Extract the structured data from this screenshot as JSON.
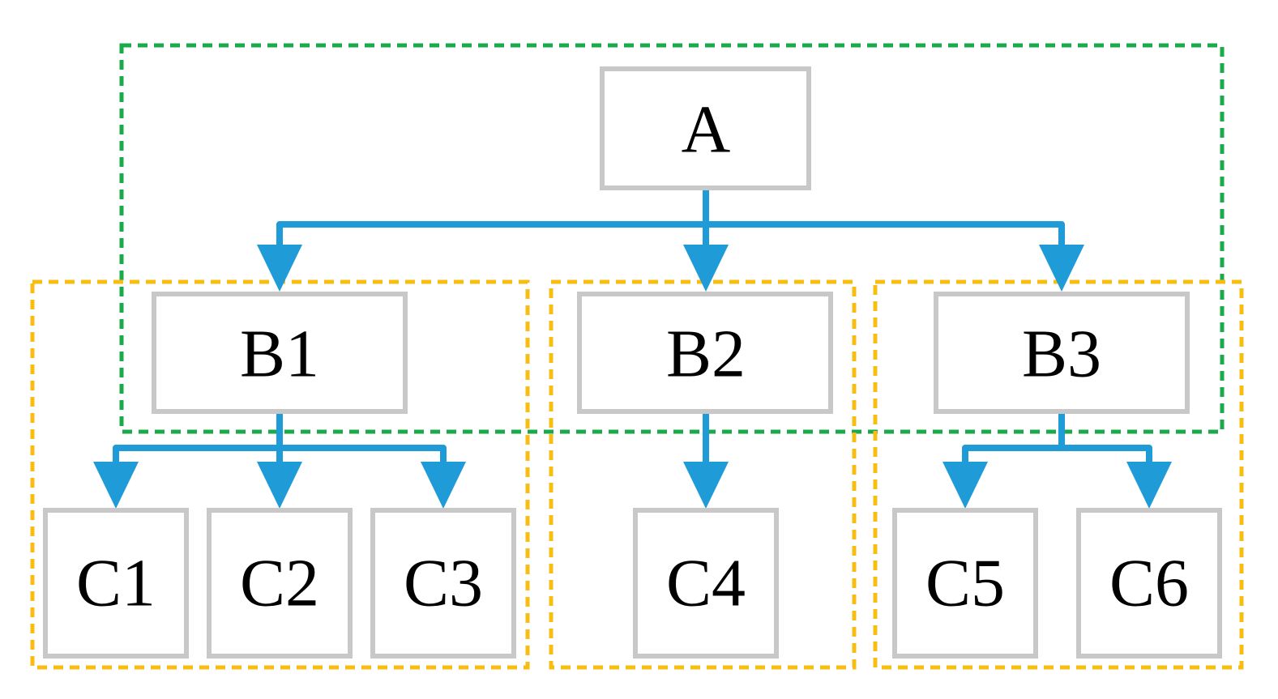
{
  "colors": {
    "node_border": "#c8c8c8",
    "arrow": "#1f9bd7",
    "green_group": "#1aaa4a",
    "yellow_group": "#f7bd12",
    "text": "#000000"
  },
  "nodes": {
    "a": "A",
    "b1": "B1",
    "b2": "B2",
    "b3": "B3",
    "c1": "C1",
    "c2": "C2",
    "c3": "C3",
    "c4": "C4",
    "c5": "C5",
    "c6": "C6"
  }
}
